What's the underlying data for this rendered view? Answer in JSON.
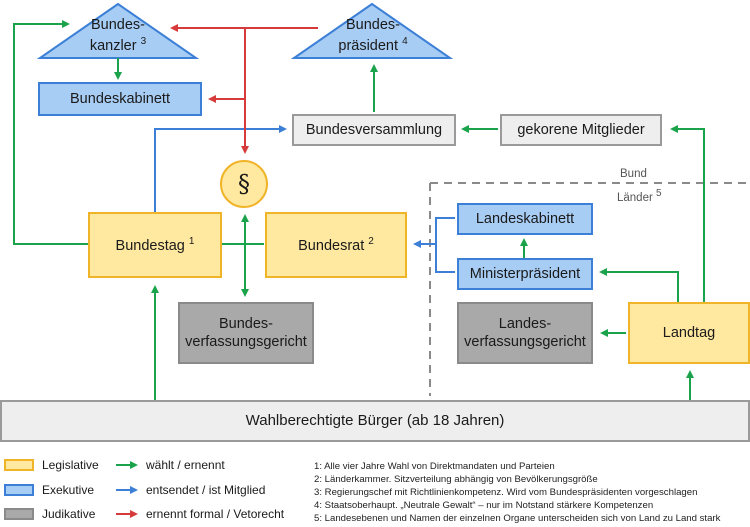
{
  "nodes": {
    "bundeskanzler": {
      "line1": "Bundes-",
      "line2": "kanzler",
      "sup": "3"
    },
    "bundespraesident": {
      "line1": "Bundes-",
      "line2": "präsident",
      "sup": "4"
    },
    "bundeskabinett": "Bundeskabinett",
    "bundesversammlung": "Bundesversammlung",
    "gekorene": "gekorene Mitglieder",
    "paragraph": "§",
    "bundestag": {
      "label": "Bundestag",
      "sup": "1"
    },
    "bundesrat": {
      "label": "Bundesrat",
      "sup": "2"
    },
    "bverfg": {
      "line1": "Bundes-",
      "line2": "verfassungsgericht"
    },
    "landeskabinett": "Landeskabinett",
    "ministerpraesident": "Ministerpräsident",
    "landesverfassungsgericht": {
      "line1": "Landes-",
      "line2": "verfassungsgericht"
    },
    "landtag": "Landtag",
    "buerger": "Wahlberechtigte Bürger (ab 18 Jahren)"
  },
  "divider": {
    "bund": "Bund",
    "laender": "Länder",
    "laender_sup": "5"
  },
  "legend": {
    "legislative": "Legislative",
    "exekutive": "Exekutive",
    "judikative": "Judikative",
    "waehlt": "wählt / ernennt",
    "entsendet": "entsendet / ist Mitglied",
    "ernennt_formal": "ernennt formal / Vetorecht"
  },
  "notes": [
    "1: Alle vier Jahre Wahl von Direktmandaten und Parteien",
    "2: Länderkammer. Sitzverteilung abhängig von Bevölkerungsgröße",
    "3: Regierungschef mit Richtlinienkompetenz. Wird vom Bundespräsidenten vorgeschlagen",
    "4: Staatsoberhaupt. „Neutrale Gewalt“ – nur im Notstand stärkere Kompetenzen",
    "5: Landesebenen und Namen der einzelnen Organe unterscheiden sich von Land zu Land stark"
  ],
  "colors": {
    "legislative": "#ffe8a0",
    "exekutive": "#a8cdf5",
    "judikative": "#a9a9a9",
    "green": "#1aa34a",
    "blue": "#3c7fd6",
    "red": "#d63a3a"
  }
}
